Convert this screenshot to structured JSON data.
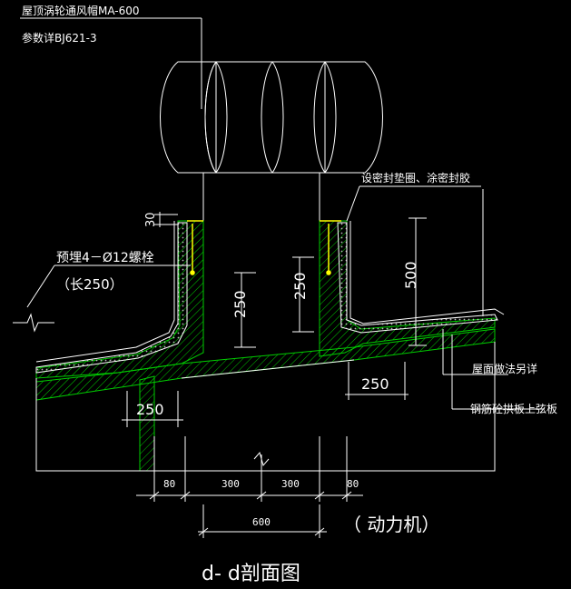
{
  "drawing": {
    "title": "d- d剖面图",
    "subtitle": "（ 动力机）",
    "colors": {
      "background": "#000000",
      "line": "#ffffff",
      "accent": "#ffff00",
      "hatch": "#00ff00",
      "soil": "#c8c8c8"
    }
  },
  "callouts": {
    "ventilator_name": "屋顶涡轮通风帽MA-600",
    "ventilator_ref": "参数详BJ621-3",
    "seal": "设密封垫圈、涂密封胶",
    "bolt": "预埋4－Ø12螺栓",
    "bolt_length": "（长250）",
    "roof_note": "屋面做法另详",
    "slab_note": "钢筋砼拱板上弦板"
  },
  "dimensions": {
    "top_offset": "30",
    "curb_left_250": "250",
    "curb_right_250": "250",
    "height_500": "500",
    "right_250": "250",
    "left_250": "250",
    "bottom_80_left": "80",
    "bottom_300_left": "300",
    "bottom_300_right": "300",
    "bottom_80_right": "80",
    "bottom_600": "600"
  }
}
